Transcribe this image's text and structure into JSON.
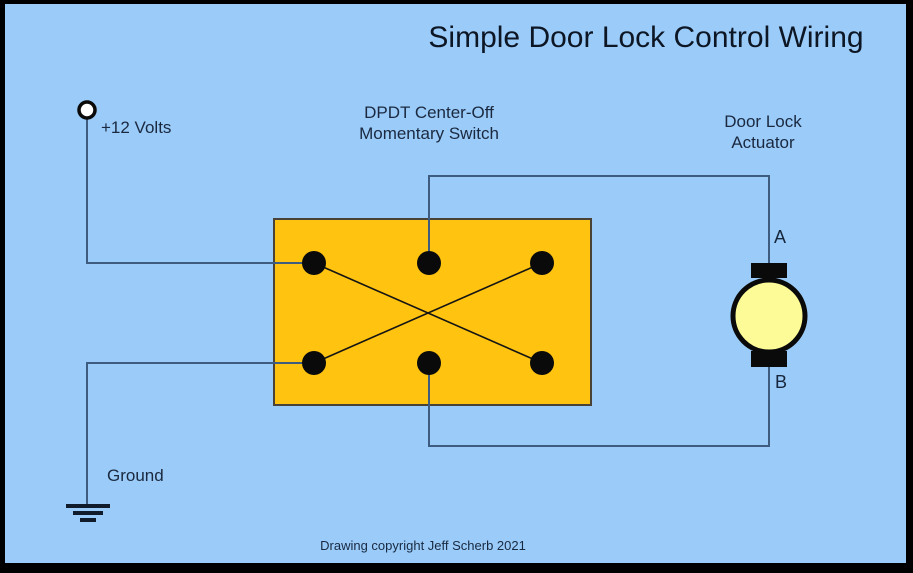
{
  "title": "Simple Door Lock Control Wiring",
  "colors": {
    "background": "#9BCBF8",
    "frame": "#000000",
    "switch_fill": "#FFC310",
    "actuator_fill": "#FDFB97",
    "supply_terminal_fill": "#FFFFFF",
    "wire": "#3D5C80",
    "terminal": "#0A0A0A",
    "ink": "#1A2940"
  },
  "supply": {
    "label": "+12 Volts"
  },
  "ground": {
    "label": "Ground"
  },
  "switch": {
    "label_line1": "DPDT Center-Off",
    "label_line2": "Momentary Switch",
    "terminal_count": 6
  },
  "actuator": {
    "label_line1": "Door Lock",
    "label_line2": "Actuator",
    "terminal_a": "A",
    "terminal_b": "B"
  },
  "footer": {
    "copyright": "Drawing copyright Jeff Scherb 2021"
  }
}
